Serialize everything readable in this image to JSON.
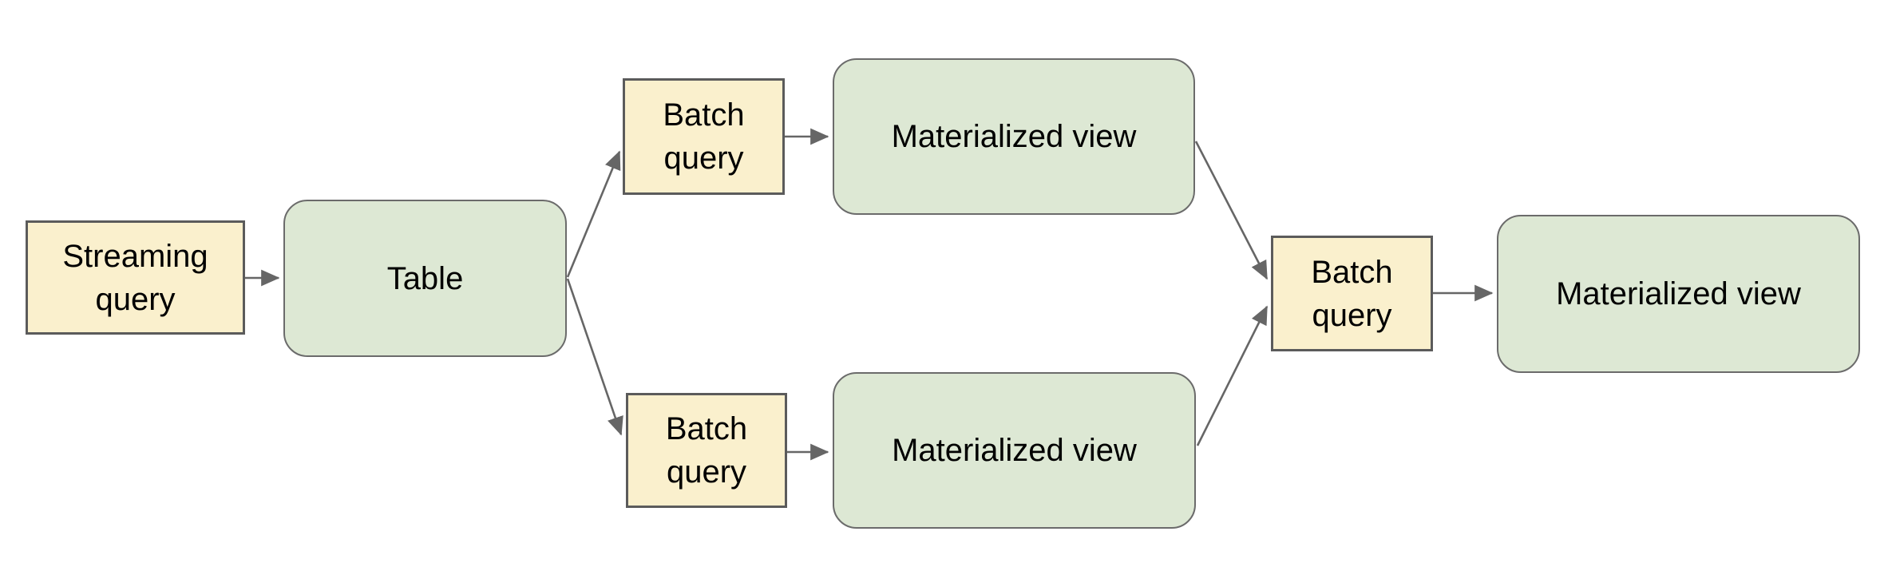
{
  "diagram": {
    "background": "#ffffff",
    "colors": {
      "query_box_fill": "#faf0cd",
      "query_box_border": "#5b5b5b",
      "table_box_fill": "#dde8d4",
      "table_box_border": "#6b6b6b",
      "arrow": "#666666",
      "text": "#000000"
    },
    "nodes": {
      "streaming_query": {
        "label": "Streaming query",
        "shape": "rectangle",
        "kind": "query"
      },
      "table": {
        "label": "Table",
        "shape": "rounded-rectangle",
        "kind": "table"
      },
      "batch_query_top": {
        "label": "Batch query",
        "shape": "rectangle",
        "kind": "query"
      },
      "materialized_view_top": {
        "label": "Materialized view",
        "shape": "rounded-rectangle",
        "kind": "table"
      },
      "batch_query_bottom": {
        "label": "Batch query",
        "shape": "rectangle",
        "kind": "query"
      },
      "materialized_view_bottom": {
        "label": "Materialized view",
        "shape": "rounded-rectangle",
        "kind": "table"
      },
      "batch_query_right": {
        "label": "Batch query",
        "shape": "rectangle",
        "kind": "query"
      },
      "materialized_view_right": {
        "label": "Materialized view",
        "shape": "rounded-rectangle",
        "kind": "table"
      }
    },
    "edges": [
      {
        "from": "streaming_query",
        "to": "table"
      },
      {
        "from": "table",
        "to": "batch_query_top"
      },
      {
        "from": "table",
        "to": "batch_query_bottom"
      },
      {
        "from": "batch_query_top",
        "to": "materialized_view_top"
      },
      {
        "from": "batch_query_bottom",
        "to": "materialized_view_bottom"
      },
      {
        "from": "materialized_view_top",
        "to": "batch_query_right"
      },
      {
        "from": "materialized_view_bottom",
        "to": "batch_query_right"
      },
      {
        "from": "batch_query_right",
        "to": "materialized_view_right"
      }
    ]
  }
}
